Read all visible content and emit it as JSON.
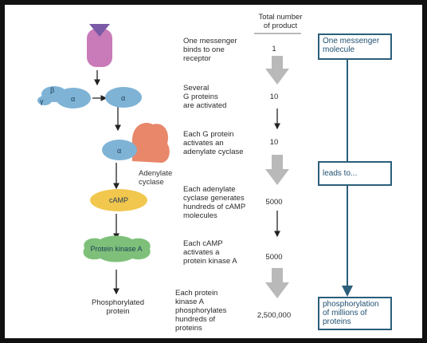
{
  "header": {
    "total_label": "Total number\nof product"
  },
  "shapes": {
    "alpha": "α",
    "beta": "β",
    "gamma": "γ",
    "adenylate_label": "Adenylate\ncyclase",
    "camp_label": "cAMP",
    "pka_label": "Protein kinase A",
    "phospho_label": "Phosphorylated\nprotein"
  },
  "steps": [
    {
      "text": "One messenger\nbinds to one\nreceptor",
      "count": "1"
    },
    {
      "text": "Several\nG proteins\nare activated",
      "count": "10"
    },
    {
      "text": "Each G protein\nactivates an\nadenylate cyclase",
      "count": "10"
    },
    {
      "text": "Each adenylate\ncyclase generates\nhundreds of cAMP\nmolecules",
      "count": "5000"
    },
    {
      "text": "Each cAMP\nactivates a\nprotein kinase A",
      "count": "5000"
    },
    {
      "text": "Each protein\nkinase A\nphosphorylates\nhundreds of\nproteins",
      "count": "2,500,000"
    }
  ],
  "summary": {
    "top": "One messenger\nmolecule",
    "middle": "leads to...",
    "bottom": "phosphorylation\nof millions of\nproteins"
  },
  "colors": {
    "receptor": "#c97ab8",
    "receptor_cap": "#7a5aa6",
    "g_protein": "#7fb3d6",
    "adenylate": "#e8876a",
    "camp": "#f2c74e",
    "pka": "#7ec07a",
    "big_arrow": "#b9b9b9",
    "frame": "#2b5f7a"
  }
}
